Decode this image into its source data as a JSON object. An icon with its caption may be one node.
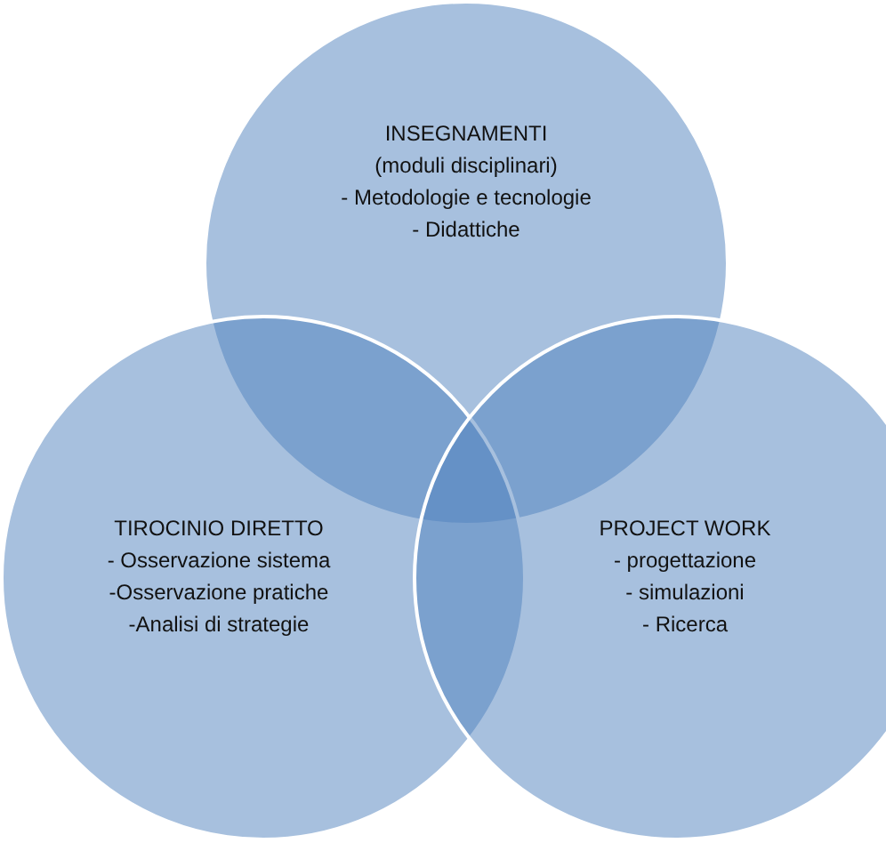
{
  "diagram": {
    "nodes": [
      {
        "text": [
          "INSEGNAMENTI",
          "(moduli disciplinari)",
          "- Metodologie e tecnologie",
          "- Didattiche"
        ]
      },
      {
        "text": [
          "TIROCINIO DIRETTO",
          "- Osservazione sistema",
          "-Osservazione pratiche",
          "-Analisi di strategie"
        ]
      },
      {
        "text": [
          "PROJECT WORK",
          "- progettazione",
          "- simulazioni",
          "- Ricerca"
        ]
      }
    ]
  }
}
